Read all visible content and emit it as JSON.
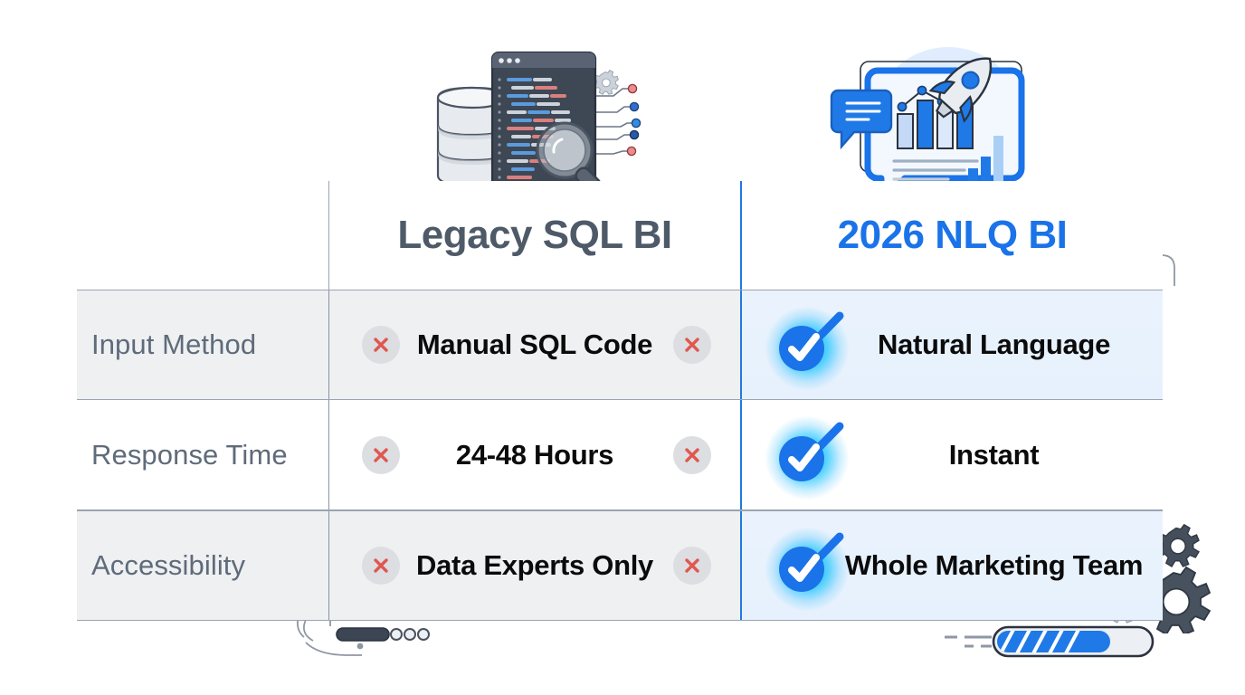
{
  "page": {
    "background": "#ffffff",
    "accent_blue": "#1a73e8",
    "glow_cyan": "#00c8ff",
    "slate": "#4e5a68",
    "red": "#e0574f",
    "row_shade": "#eef0f2",
    "nlq_row_shade": "#e9f2fd"
  },
  "header": {
    "left_cell_icon": "circuit-gears-decoration",
    "legacy_title": "Legacy SQL BI",
    "nlq_title": "2026 NLQ BI",
    "legacy_illustration": "database-sql-code-magnifier-icon",
    "nlq_illustration": "chat-bubble-analytics-rocket-icon"
  },
  "comparison": {
    "rows": [
      {
        "label": "Input Method",
        "legacy_value": "Manual SQL Code",
        "legacy_status": "negative",
        "nlq_value": "Natural Language",
        "nlq_status": "positive"
      },
      {
        "label": "Response Time",
        "legacy_value": "24-48 Hours",
        "legacy_status": "negative",
        "nlq_value": "Instant",
        "nlq_status": "positive"
      },
      {
        "label": "Accessibility",
        "legacy_value": "Data Experts Only",
        "legacy_status": "negative",
        "nlq_value": "Whole Marketing Team",
        "nlq_status": "positive"
      }
    ]
  },
  "decorations": {
    "header_left": "circuit-traces-gears",
    "header_right_progress": "progress-bar-65",
    "bottom_left": "pill-bar-dots",
    "bottom_right_progress": "striped-loading-bar-70",
    "bottom_right_gears": "gears-cluster"
  }
}
